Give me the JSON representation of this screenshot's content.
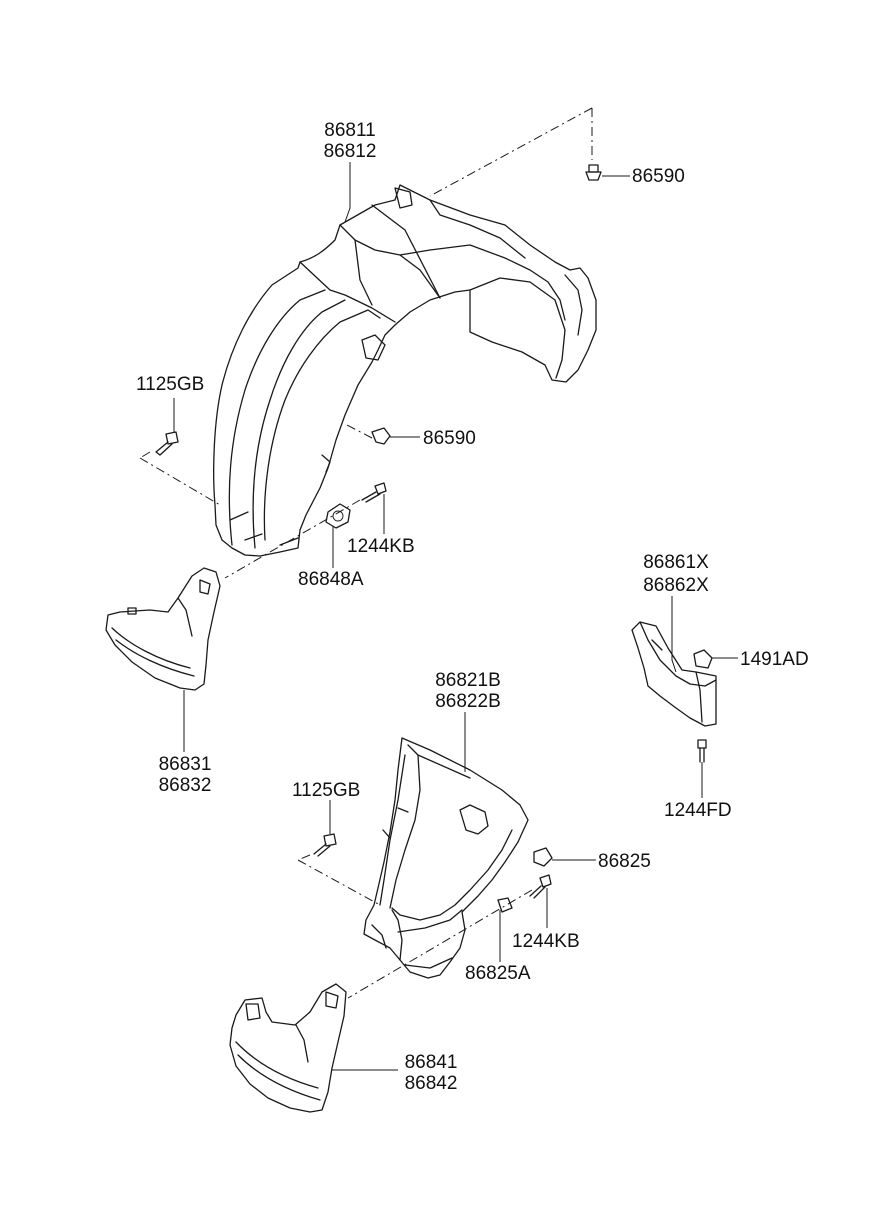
{
  "labels": {
    "p86811": "86811",
    "p86812": "86812",
    "p86590_top": "86590",
    "p1125GB_upper": "1125GB",
    "p86590_mid": "86590",
    "p1244KB_upper": "1244KB",
    "p86848A": "86848A",
    "p86831": "86831",
    "p86832": "86832",
    "p86861X": "86861X",
    "p86862X": "86862X",
    "p1491AD": "1491AD",
    "p1244FD": "1244FD",
    "p86821B": "86821B",
    "p86822B": "86822B",
    "p1125GB_lower": "1125GB",
    "p86825": "86825",
    "p1244KB_lower": "1244KB",
    "p86825A": "86825A",
    "p86841": "86841",
    "p86842": "86842"
  }
}
